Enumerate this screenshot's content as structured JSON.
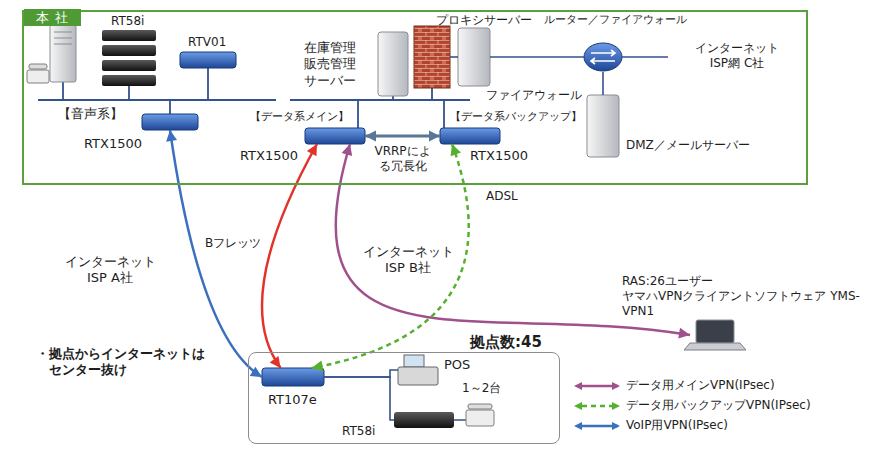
{
  "diagram": {
    "nodes": [
      {
        "text": [
          "本 社"
        ]
      },
      {
        "text": [
          "RT58i"
        ],
        "in": 0
      },
      {
        "text": [
          "RTV01"
        ],
        "in": 0
      },
      {
        "text": [
          "【音声系】",
          "RTX1500"
        ],
        "in": 0
      },
      {
        "text": [
          "在庫管理 販売管理 サーバー"
        ],
        "in": 0
      },
      {
        "text": [
          "【データ系メイン】",
          "RTX1500"
        ],
        "in": 0
      },
      {
        "text": [
          "【データ系バックアップ】",
          "RTX1500"
        ],
        "in": 0
      },
      {
        "text": [
          "ファイアウォール"
        ],
        "in": 0
      },
      {
        "text": [
          "プロキシサーバー"
        ],
        "in": 0
      },
      {
        "text": [
          "ルーター／ファイアウォール"
        ],
        "in": 0
      },
      {
        "text": [
          "DMZ／メールサーバー"
        ],
        "in": 0
      },
      {
        "text": [
          "インターネット ISP網 C社"
        ]
      },
      {
        "text": [
          "インターネット ISP A社"
        ]
      },
      {
        "text": [
          "インターネット ISP B社"
        ]
      },
      {
        "text": [
          "RAS:26ユーザー ヤマハVPNクライアントソフトウェア YMS-VPN1"
        ]
      },
      {
        "text": [
          "拠点数:45"
        ]
      },
      {
        "text": [
          "RT107e"
        ],
        "in": 15
      },
      {
        "text": [
          "POS"
        ],
        "in": 15
      },
      {
        "text": [
          "RT58i"
        ],
        "in": 15
      }
    ],
    "edges": [
      {
        "from": 3,
        "to": 16,
        "arrow": "both"
      },
      {
        "from": 5,
        "to": 16,
        "arrow": "both"
      },
      {
        "from": 5,
        "to": 14,
        "arrow": "both"
      },
      {
        "from": 6,
        "to": 16,
        "arrow": "both"
      },
      {
        "from": 5,
        "to": 6,
        "label": "VRRPによる冗長化",
        "arrow": "both"
      },
      {
        "from": 7,
        "to": 8,
        "arrow": "none"
      },
      {
        "from": 8,
        "to": 9,
        "arrow": "none"
      },
      {
        "from": 9,
        "to": 11,
        "arrow": "none"
      },
      {
        "from": 9,
        "to": 10,
        "arrow": "none"
      },
      {
        "from": 16,
        "to": 17,
        "arrow": "none"
      },
      {
        "from": 16,
        "to": 18,
        "arrow": "none"
      }
    ],
    "labels": [
      "ADSL",
      "Bフレッツ",
      "・拠点からインターネットは センター抜け",
      "1～2台"
    ],
    "legend": [
      {
        "text": "データ用メインVPN(IPsec)"
      },
      {
        "text": "データ用バックアップVPN(IPsec)"
      },
      {
        "text": "VoIP用VPN(IPsec)"
      }
    ]
  }
}
